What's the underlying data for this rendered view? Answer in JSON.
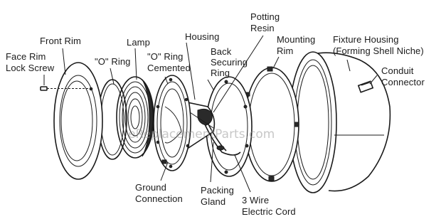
{
  "labels": {
    "face_rim_lock_screw": [
      "Face Rim",
      "Lock Screw"
    ],
    "front_rim": [
      "Front Rim"
    ],
    "o_ring": [
      "\"O\" Ring"
    ],
    "lamp": [
      "Lamp"
    ],
    "o_ring_cemented": [
      "\"O\" Ring",
      "Cemented"
    ],
    "housing": [
      "Housing"
    ],
    "back_securing_ring": [
      "Back",
      "Securing",
      "Ring"
    ],
    "potting_resin": [
      "Potting",
      "Resin"
    ],
    "mounting_rim": [
      "Mounting",
      "Rim"
    ],
    "fixture_housing": [
      "Fixture Housing",
      "(Forming Shell Niche)"
    ],
    "conduit_connector": [
      "Conduit",
      "Connector"
    ],
    "ground_connection": [
      "Ground",
      "Connection"
    ],
    "packing_gland": [
      "Packing",
      "Gland"
    ],
    "three_wire_cord": [
      "3 Wire",
      "Electric Cord"
    ]
  },
  "watermark": "eReplacementParts.com"
}
